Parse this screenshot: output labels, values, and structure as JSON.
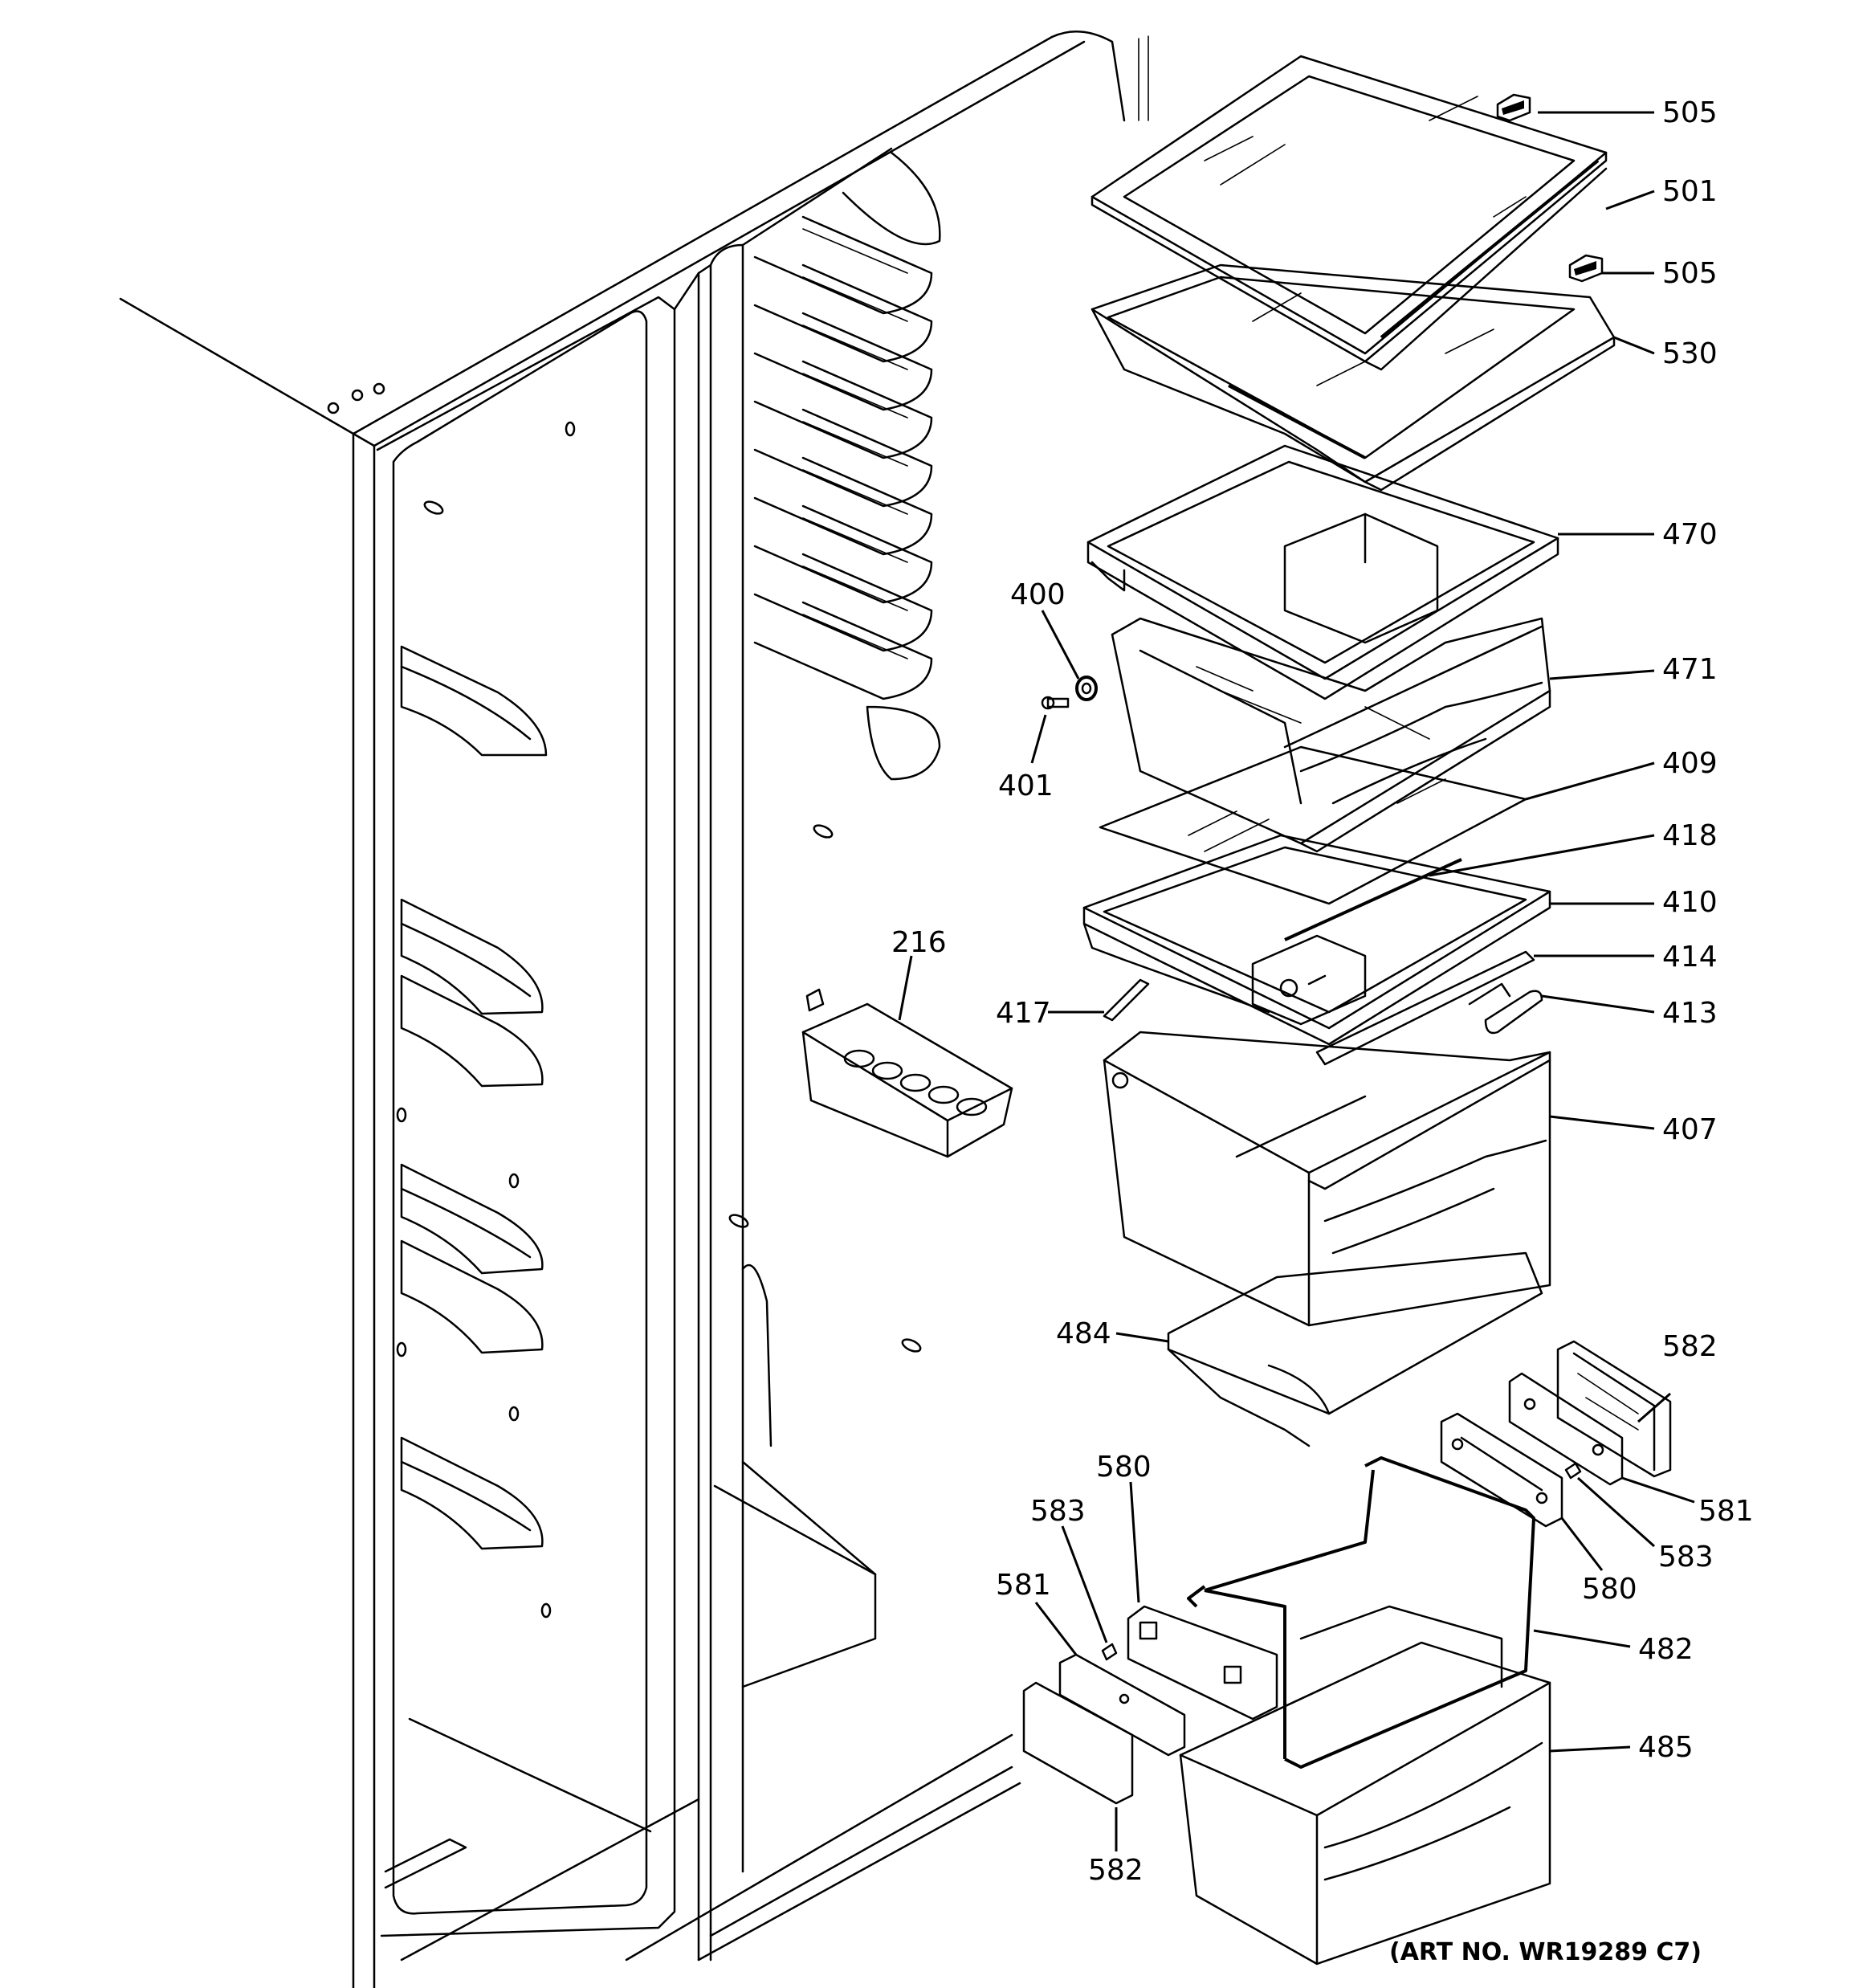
{
  "diagram": {
    "art_number": "(ART NO. WR19289 C7)",
    "callouts": {
      "c505a": "505",
      "c501": "501",
      "c505b": "505",
      "c530": "530",
      "c470": "470",
      "c400": "400",
      "c401": "401",
      "c471": "471",
      "c409": "409",
      "c418": "418",
      "c410": "410",
      "c414": "414",
      "c413": "413",
      "c216": "216",
      "c417": "417",
      "c407": "407",
      "c484": "484",
      "c582a": "582",
      "c581a": "581",
      "c583a": "583",
      "c580a": "580",
      "c580b": "580",
      "c583b": "583",
      "c581b": "581",
      "c482": "482",
      "c485": "485",
      "c582b": "582"
    }
  },
  "colors": {
    "line": "#000000",
    "background": "#ffffff"
  }
}
